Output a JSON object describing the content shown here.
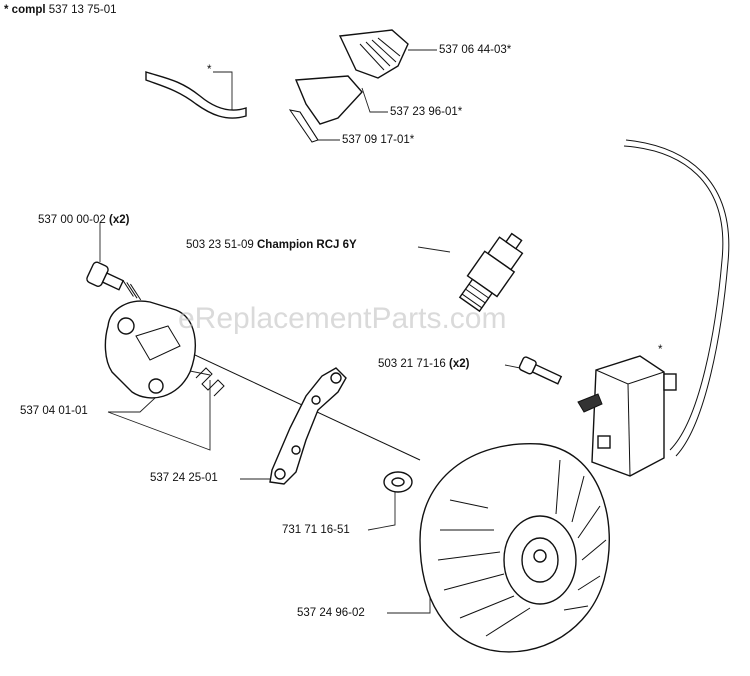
{
  "labels": {
    "kit": {
      "prefix": "* compl",
      "number": "537 13 75-01"
    },
    "hose_star": "*",
    "cover": "537 06 44-03*",
    "plate": "537 23 96-01*",
    "clip": "537 09 17-01*",
    "bolt": {
      "number": "537 00 00-02",
      "qty": "(x2)"
    },
    "spark_plug": {
      "number": "503 23 51-09",
      "name": "Champion RCJ 6Y"
    },
    "screw": {
      "number": "503 21 71-16",
      "qty": "(x2)"
    },
    "module_star": "*",
    "clutch_shoe": "537 04 01-01",
    "spring_plate": "537 24 25-01",
    "washer": "731 71 16-51",
    "flywheel": "537 24 96-02"
  },
  "watermark": "eReplacementParts.com"
}
